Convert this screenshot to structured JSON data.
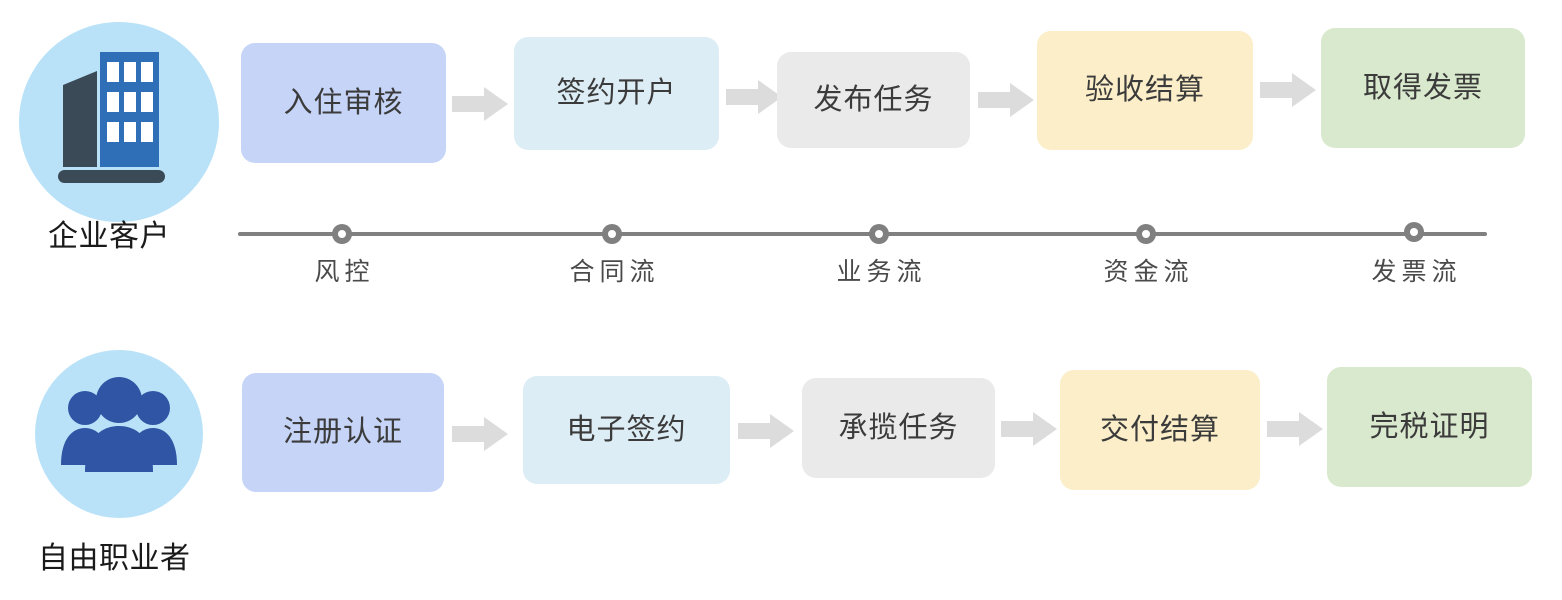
{
  "diagram": {
    "type": "two-lane process flow with shared timeline",
    "colors": {
      "actor_circle": "#b9e2f8",
      "building_body": "#2f6fb8",
      "building_side": "#3b4a57",
      "people": "#2f55a4",
      "arrow": "#dcdcdc",
      "step_blue": "#c6d5f7",
      "step_cyan": "#dcedf5",
      "step_gray": "#eaeaea",
      "step_yellow": "#fbeec8",
      "step_green": "#d9e9cd",
      "timeline": "#808080",
      "caption_text": "#1a1a1a",
      "step_text": "#3b3b3b",
      "timeline_text": "#4a4a4a"
    },
    "lanes": [
      {
        "id": "enterprise",
        "caption": "企业客户",
        "icon": "office-building-icon",
        "steps": [
          {
            "label": "入住审核",
            "color_key": "step_blue"
          },
          {
            "label": "签约开户",
            "color_key": "step_cyan"
          },
          {
            "label": "发布任务",
            "color_key": "step_gray"
          },
          {
            "label": "验收结算",
            "color_key": "step_yellow"
          },
          {
            "label": "取得发票",
            "color_key": "step_green"
          }
        ]
      },
      {
        "id": "freelancer",
        "caption": "自由职业者",
        "icon": "people-group-icon",
        "steps": [
          {
            "label": "注册认证",
            "color_key": "step_blue"
          },
          {
            "label": "电子签约",
            "color_key": "step_cyan"
          },
          {
            "label": "承揽任务",
            "color_key": "step_gray"
          },
          {
            "label": "交付结算",
            "color_key": "step_yellow"
          },
          {
            "label": "完税证明",
            "color_key": "step_green"
          }
        ]
      }
    ],
    "timeline": {
      "nodes": [
        {
          "label": "风控"
        },
        {
          "label": "合同流"
        },
        {
          "label": "业务流"
        },
        {
          "label": "资金流"
        },
        {
          "label": "发票流"
        }
      ]
    }
  }
}
